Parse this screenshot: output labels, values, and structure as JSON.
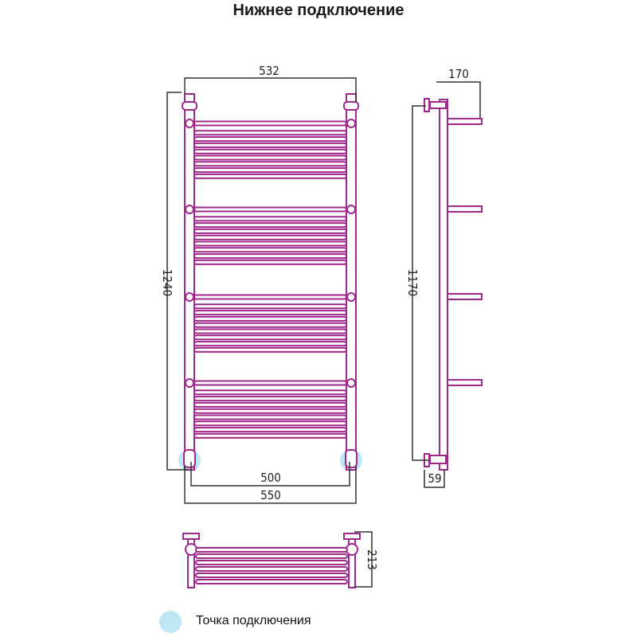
{
  "title": "Нижнее подключение",
  "dimensions": {
    "overall_width": "532",
    "overall_height": "1240",
    "center_distance": "500",
    "base_width": "550",
    "side_height": "1170",
    "side_depth": "170",
    "side_offset": "59",
    "top_view_depth": "213"
  },
  "legend": {
    "label": "Точка подключения"
  },
  "colors": {
    "pipe": "#a0288c",
    "connection": "#bfe6f5",
    "dim_line": "#333333"
  }
}
